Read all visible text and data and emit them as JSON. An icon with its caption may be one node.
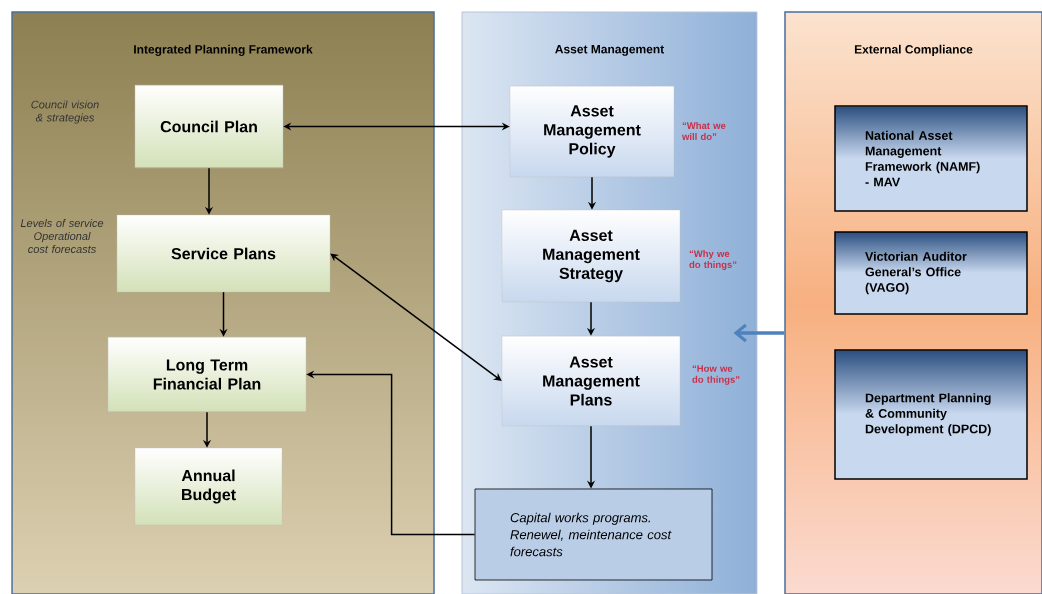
{
  "diagram": {
    "nodes": [
      {
        "text": [
          "Integrated Planning Framework"
        ]
      },
      {
        "text": [
          "Council Plan"
        ],
        "in": 0,
        "beside": [
          "Council vision & strategies"
        ]
      },
      {
        "text": [
          "Service Plans"
        ],
        "in": 0,
        "beside": [
          "Levels of service Operational cost forecasts"
        ]
      },
      {
        "text": [
          "Long Term Financial Plan"
        ],
        "in": 0
      },
      {
        "text": [
          "Annual Budget"
        ],
        "in": 0
      },
      {
        "text": [
          "Asset Management"
        ]
      },
      {
        "text": [
          "Asset Management Policy"
        ],
        "in": 5,
        "beside": [
          "“What we will do”"
        ]
      },
      {
        "text": [
          "Asset Management Strategy"
        ],
        "in": 5,
        "beside": [
          "“Why we do things”"
        ]
      },
      {
        "text": [
          "Asset Management Plans"
        ],
        "in": 5,
        "beside": [
          "“How we do things”"
        ]
      },
      {
        "text": [
          "Capital works programs. Renewel, meintenance cost forecasts"
        ],
        "in": 5
      },
      {
        "text": [
          "External Compliance"
        ]
      },
      {
        "text": [
          "National Asset Management Framework (NAMF) - MAV"
        ],
        "in": 10
      },
      {
        "text": [
          "Victorian Auditor General’s Office (VAGO)"
        ],
        "in": 10
      },
      {
        "text": [
          "Department Planning & Community Development (DPCD)"
        ],
        "in": 10
      }
    ],
    "edges": [
      {
        "from": 1,
        "to": 6,
        "arrow": "both"
      },
      {
        "from": 1,
        "to": 2,
        "arrow": "to"
      },
      {
        "from": 2,
        "to": 3,
        "arrow": "to"
      },
      {
        "from": 3,
        "to": 4,
        "arrow": "to"
      },
      {
        "from": 2,
        "to": 8,
        "arrow": "both"
      },
      {
        "from": 6,
        "to": 7,
        "arrow": "to"
      },
      {
        "from": 7,
        "to": 8,
        "arrow": "to"
      },
      {
        "from": 8,
        "to": 9,
        "arrow": "to"
      },
      {
        "from": 9,
        "to": 3,
        "arrow": "to"
      },
      {
        "from": 10,
        "to": 5,
        "arrow": "to",
        "style": "thick",
        "color": "#4f81bd"
      }
    ]
  }
}
